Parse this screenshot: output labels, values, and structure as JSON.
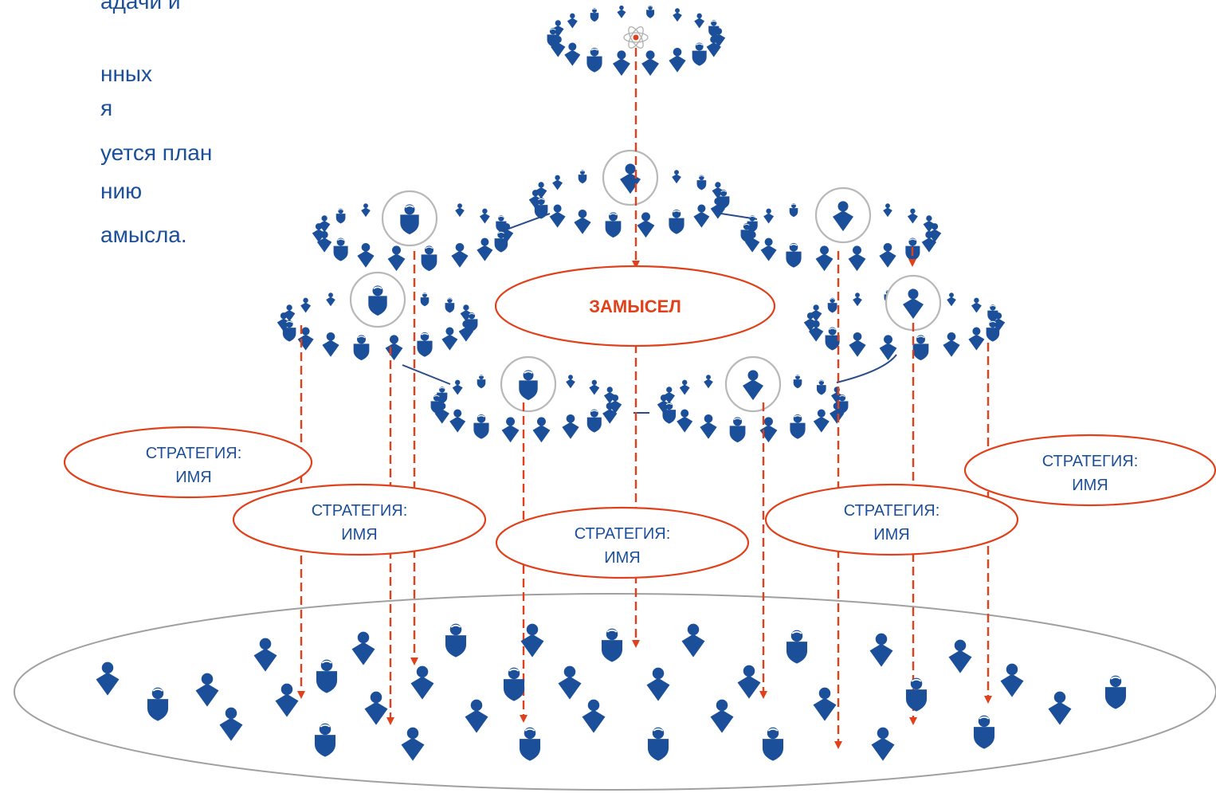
{
  "text_block": {
    "lines": [
      "адачи и",
      "",
      "нных",
      "я",
      "уется план",
      "нию",
      "амысла."
    ]
  },
  "idea_label": "ЗАМЫСЕЛ",
  "strategies": [
    {
      "line1": "СТРАТЕГИЯ:",
      "line2": "ИМЯ"
    },
    {
      "line1": "СТРАТЕГИЯ:",
      "line2": "ИМЯ"
    },
    {
      "line1": "СТРАТЕГИЯ:",
      "line2": "ИМЯ"
    },
    {
      "line1": "СТРАТЕГИЯ:",
      "line2": "ИМЯ"
    },
    {
      "line1": "СТРАТЕГИЯ:",
      "line2": "ИМЯ"
    }
  ],
  "icons": {
    "person": "person-icon",
    "atom": "atom-icon",
    "leader": "leader-icon"
  },
  "colors": {
    "primary": "#1b4f9a",
    "accent": "#e0401a",
    "outline": "#a0a0a0"
  }
}
